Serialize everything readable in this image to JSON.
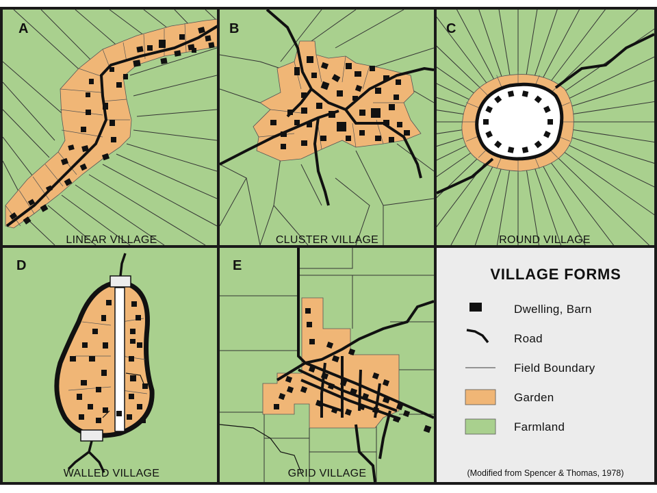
{
  "colors": {
    "farmland": "#a9d08e",
    "garden": "#f0b676",
    "road": "#111111",
    "boundary": "#333333",
    "legend_bg": "#ececec"
  },
  "panels": {
    "a": {
      "letter": "A",
      "label": "LINEAR VILLAGE"
    },
    "b": {
      "letter": "B",
      "label": "CLUSTER VILLAGE"
    },
    "c": {
      "letter": "C",
      "label": "ROUND VILLAGE"
    },
    "d": {
      "letter": "D",
      "label": "WALLED VILLAGE"
    },
    "e": {
      "letter": "E",
      "label": "GRID VILLAGE"
    }
  },
  "legend": {
    "title": "VILLAGE FORMS",
    "items": [
      {
        "label": "Dwelling, Barn",
        "icon": "dwelling-icon"
      },
      {
        "label": "Road",
        "icon": "road-icon"
      },
      {
        "label": "Field Boundary",
        "icon": "field-boundary-icon"
      },
      {
        "label": "Garden",
        "icon": "garden-swatch"
      },
      {
        "label": "Farmland",
        "icon": "farmland-swatch"
      }
    ],
    "source": "(Modified from Spencer & Thomas, 1978)"
  }
}
